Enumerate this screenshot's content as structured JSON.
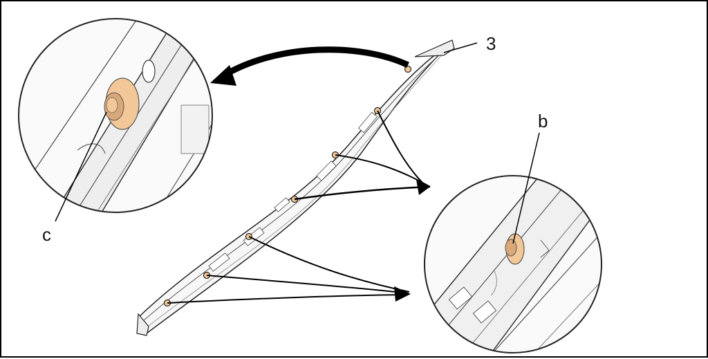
{
  "labels": {
    "part_number": "3",
    "detail_b": "b",
    "detail_c": "c"
  },
  "colors": {
    "clip": "#f3c898",
    "clip_shadow": "#d9a878",
    "outline": "#222222",
    "panel": "#f4f4f4"
  }
}
